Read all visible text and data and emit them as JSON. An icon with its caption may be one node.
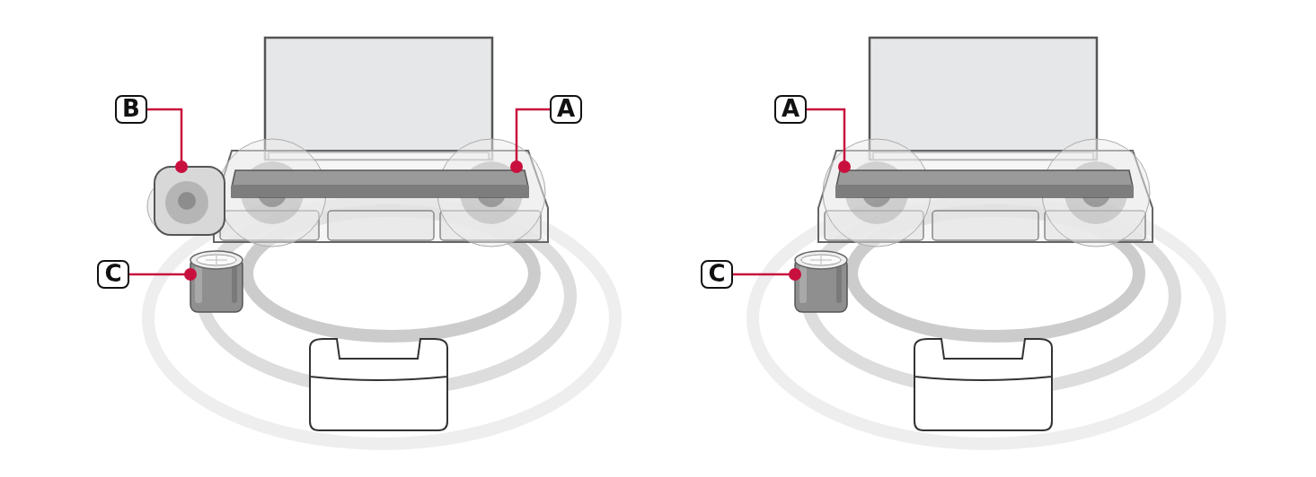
{
  "diagram": {
    "nodes": [
      {
        "text": [
          "B"
        ]
      },
      {
        "text": [],
        "shape": "picture"
      },
      {
        "text": [
          "A"
        ]
      },
      {
        "text": [],
        "shape": "picture"
      },
      {
        "text": [
          "C"
        ]
      },
      {
        "text": [],
        "shape": "picture"
      },
      {
        "text": [
          "A"
        ]
      },
      {
        "text": [],
        "shape": "picture"
      },
      {
        "text": [
          "C"
        ]
      },
      {
        "text": [],
        "shape": "picture"
      }
    ],
    "edges": [
      {
        "from": 0,
        "to": 1,
        "arrow": "other"
      },
      {
        "from": 2,
        "to": 3,
        "arrow": "other"
      },
      {
        "from": 4,
        "to": 5,
        "arrow": "other"
      },
      {
        "from": 6,
        "to": 7,
        "arrow": "other"
      },
      {
        "from": 8,
        "to": 9,
        "arrow": "other"
      }
    ]
  }
}
